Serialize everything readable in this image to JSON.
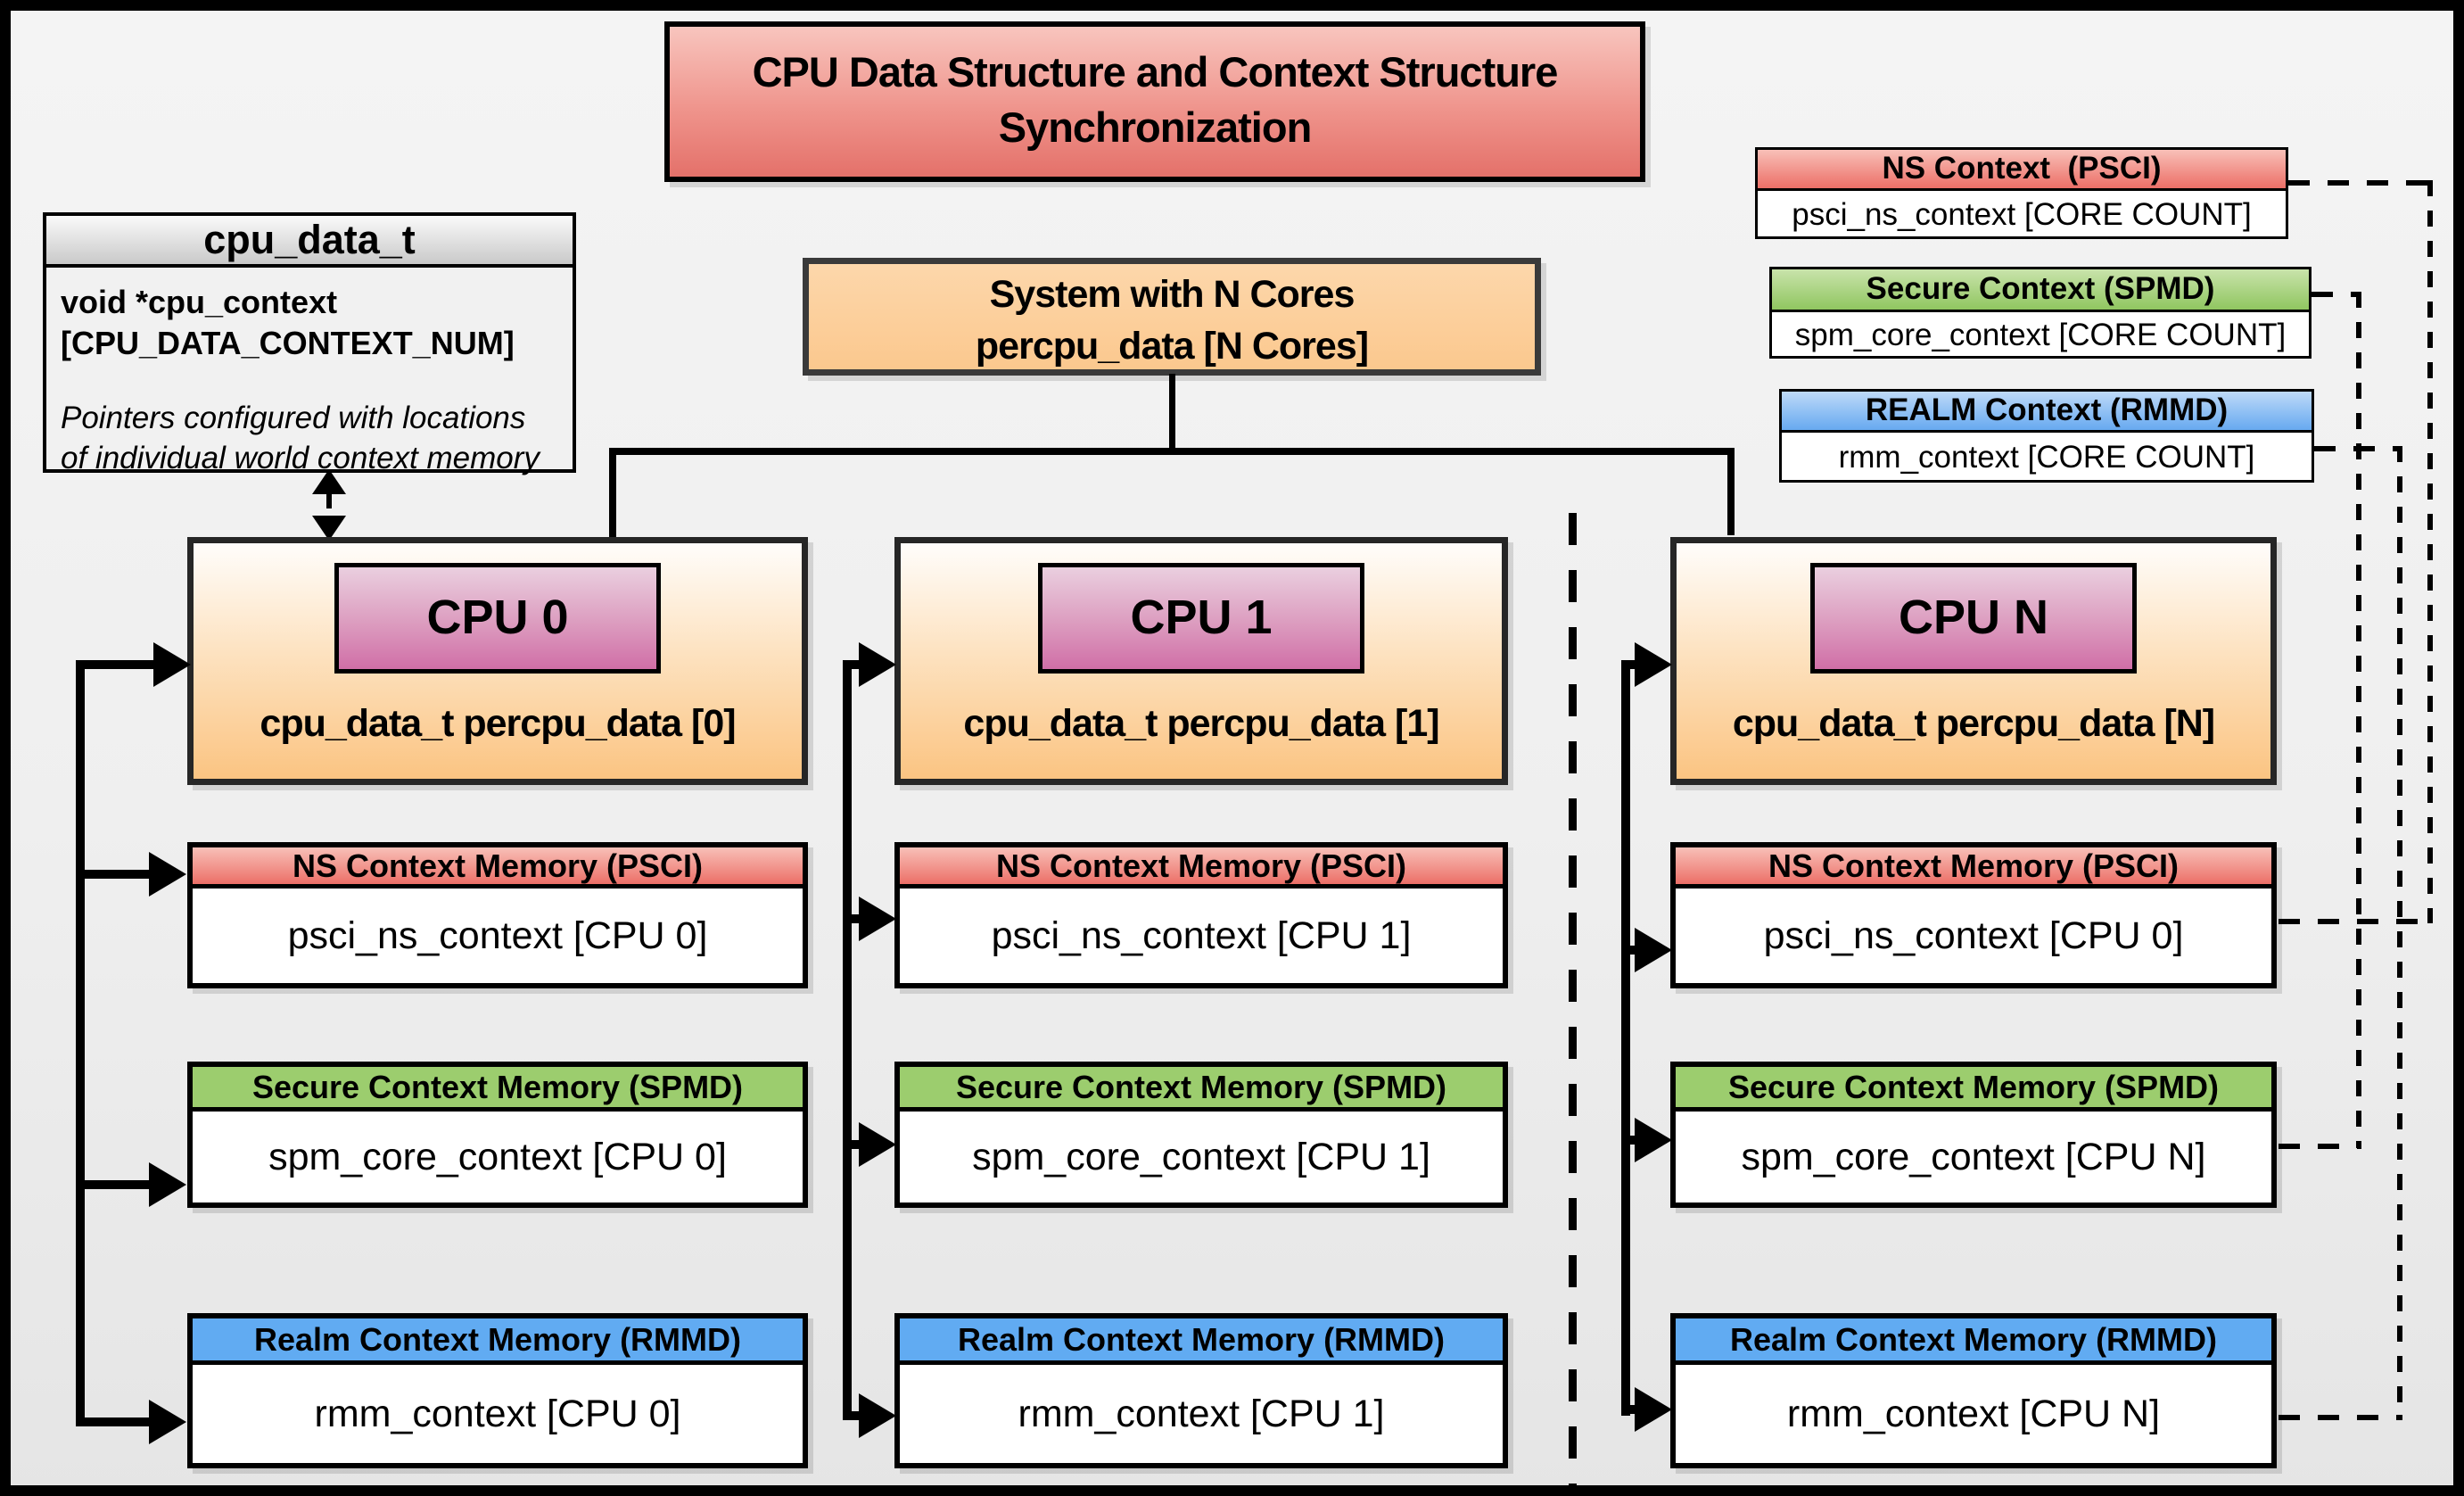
{
  "title": {
    "line1": "CPU Data Structure and Context Structure",
    "line2": "Synchronization"
  },
  "cpu_data_t": {
    "header": "cpu_data_t",
    "field_line1": "void  *cpu_context",
    "field_line2": "[CPU_DATA_CONTEXT_NUM]",
    "note_line1": "Pointers configured with locations",
    "note_line2": "of individual world context memory"
  },
  "system_box": {
    "line1": "System with N Cores",
    "line2": "percpu_data [N Cores]"
  },
  "legend": {
    "ns": {
      "header": "NS Context  (PSCI)",
      "body": "psci_ns_context [CORE COUNT]"
    },
    "secure": {
      "header": "Secure Context (SPMD)",
      "body": "spm_core_context [CORE COUNT]"
    },
    "realm": {
      "header": "REALM Context (RMMD)",
      "body": "rmm_context [CORE COUNT]"
    }
  },
  "cpus": [
    {
      "label": "CPU 0",
      "data_label": "cpu_data_t percpu_data [0]",
      "ns": {
        "header": "NS Context Memory (PSCI)",
        "body": "psci_ns_context [CPU 0]"
      },
      "secure": {
        "header": "Secure Context Memory (SPMD)",
        "body": "spm_core_context [CPU 0]"
      },
      "realm": {
        "header": "Realm Context Memory (RMMD)",
        "body": "rmm_context [CPU 0]"
      }
    },
    {
      "label": "CPU 1",
      "data_label": "cpu_data_t percpu_data [1]",
      "ns": {
        "header": "NS Context Memory (PSCI)",
        "body": "psci_ns_context [CPU 1]"
      },
      "secure": {
        "header": "Secure Context Memory (SPMD)",
        "body": "spm_core_context [CPU 1]"
      },
      "realm": {
        "header": "Realm Context Memory (RMMD)",
        "body": "rmm_context [CPU 1]"
      }
    },
    {
      "label": "CPU N",
      "data_label": "cpu_data_t percpu_data [N]",
      "ns": {
        "header": "NS Context Memory (PSCI)",
        "body": "psci_ns_context [CPU 0]"
      },
      "secure": {
        "header": "Secure Context Memory (SPMD)",
        "body": "spm_core_context [CPU N]"
      },
      "realm": {
        "header": "Realm Context Memory (RMMD)",
        "body": "rmm_context [CPU N]"
      }
    }
  ],
  "colors": {
    "red_header": "#ec6f67",
    "green_header": "#9ccd6e",
    "blue_header": "#61abf2",
    "orange_cpu_box": "#fbc482",
    "orange_system_box": "#fbc88e",
    "pink_cpu_label": "#d06fa7",
    "title_red": "#e4716a",
    "background": "#efefef"
  }
}
